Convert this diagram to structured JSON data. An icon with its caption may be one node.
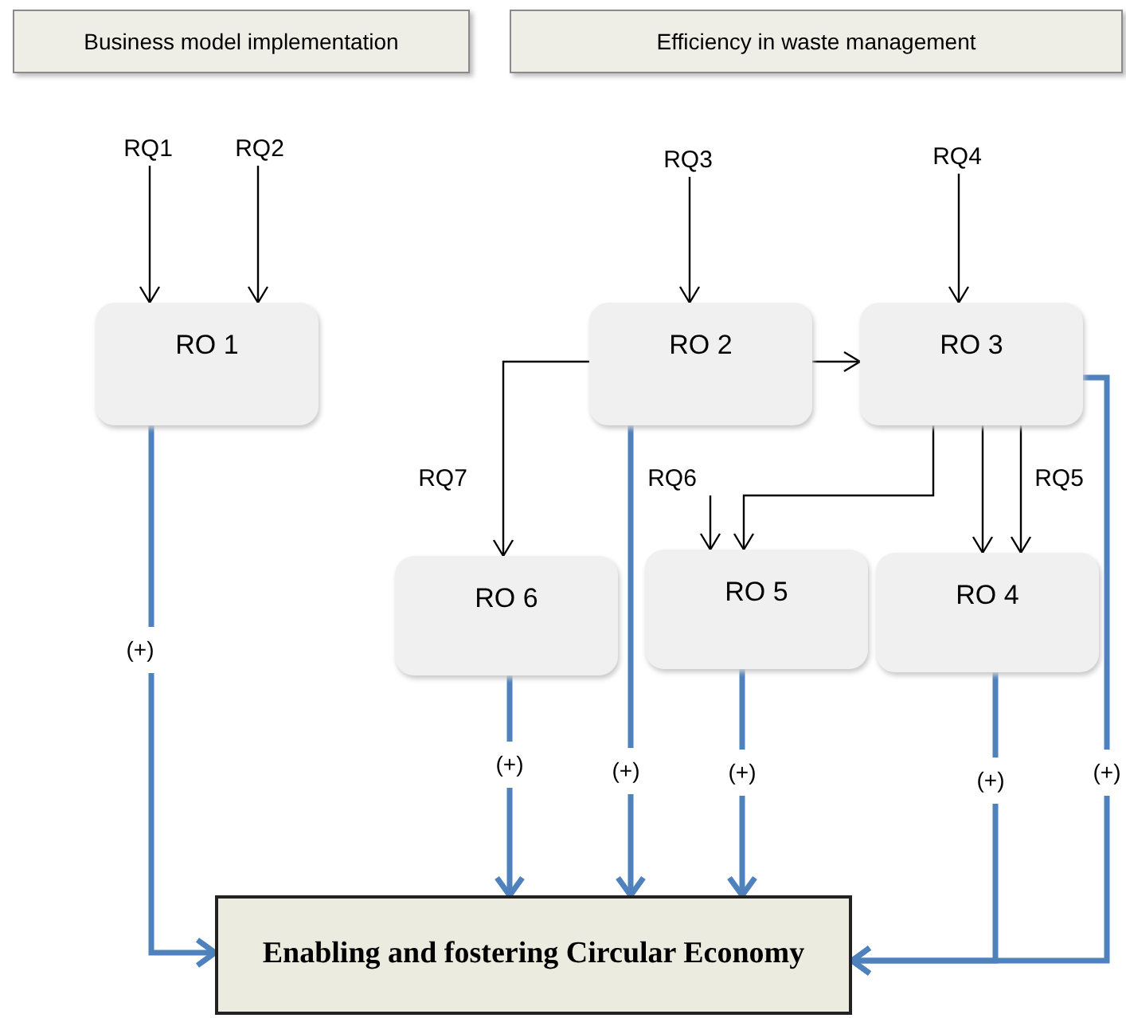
{
  "diagram": {
    "nodes": [
      {
        "text": [
          "Business model implementation"
        ]
      },
      {
        "text": [
          "Efficiency in waste management"
        ]
      },
      {
        "text": [
          "RQ1"
        ]
      },
      {
        "text": [
          "RQ2"
        ]
      },
      {
        "text": [
          "RQ3"
        ]
      },
      {
        "text": [
          "RQ4"
        ]
      },
      {
        "text": [
          "RO 1"
        ]
      },
      {
        "text": [
          "RO 2"
        ]
      },
      {
        "text": [
          "RO 3"
        ]
      },
      {
        "text": [
          "RQ6"
        ]
      },
      {
        "text": [
          "RO 6"
        ]
      },
      {
        "text": [
          "RO 5"
        ]
      },
      {
        "text": [
          "RO 4"
        ]
      },
      {
        "text": [
          "Enabling and fostering Circular Economy"
        ]
      }
    ],
    "edges": [
      {
        "from": 2,
        "to": 6,
        "arrow": "to"
      },
      {
        "from": 3,
        "to": 6,
        "arrow": "to"
      },
      {
        "from": 4,
        "to": 7,
        "arrow": "to"
      },
      {
        "from": 5,
        "to": 8,
        "arrow": "to"
      },
      {
        "from": 7,
        "to": 8,
        "arrow": "to"
      },
      {
        "from": 7,
        "to": 10,
        "arrow": "to",
        "label": "RQ7"
      },
      {
        "from": 8,
        "to": 11,
        "arrow": "to"
      },
      {
        "from": 9,
        "to": 11,
        "arrow": "to"
      },
      {
        "from": 8,
        "to": 12,
        "arrow": "to"
      },
      {
        "from": 8,
        "to": 12,
        "arrow": "to",
        "label": "RQ5"
      },
      {
        "from": 6,
        "to": 13,
        "arrow": "to",
        "label": "(+)",
        "style": "thick",
        "color": "#4f81bd"
      },
      {
        "from": 10,
        "to": 13,
        "arrow": "to",
        "label": "(+)",
        "style": "thick",
        "color": "#4f81bd"
      },
      {
        "from": 7,
        "to": 13,
        "arrow": "to",
        "label": "(+)",
        "style": "thick",
        "color": "#4f81bd"
      },
      {
        "from": 11,
        "to": 13,
        "arrow": "to",
        "label": "(+)",
        "style": "thick",
        "color": "#4f81bd"
      },
      {
        "from": 12,
        "to": 13,
        "arrow": "to",
        "label": "(+)",
        "style": "thick",
        "color": "#4f81bd"
      },
      {
        "from": 8,
        "to": 13,
        "arrow": "to",
        "label": "(+)",
        "style": "thick",
        "color": "#4f81bd"
      }
    ]
  }
}
